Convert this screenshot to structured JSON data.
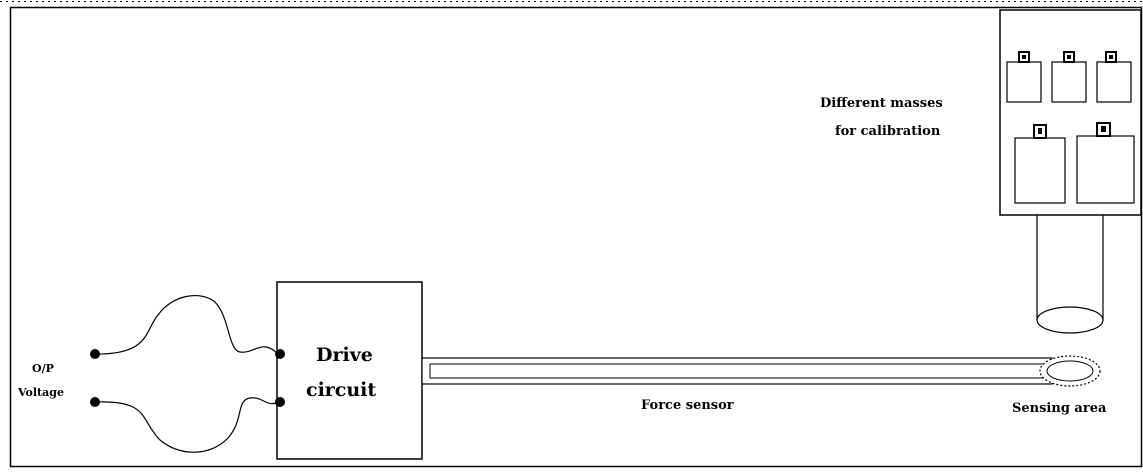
{
  "labels": {
    "output_line1": "O/P",
    "output_line2": "Voltage",
    "drive_line1": "Drive",
    "drive_line2": "circuit",
    "force_sensor": "Force sensor",
    "sensing_area": "Sensing area",
    "masses_line1": "Different masses",
    "masses_line2": "for calibration"
  }
}
